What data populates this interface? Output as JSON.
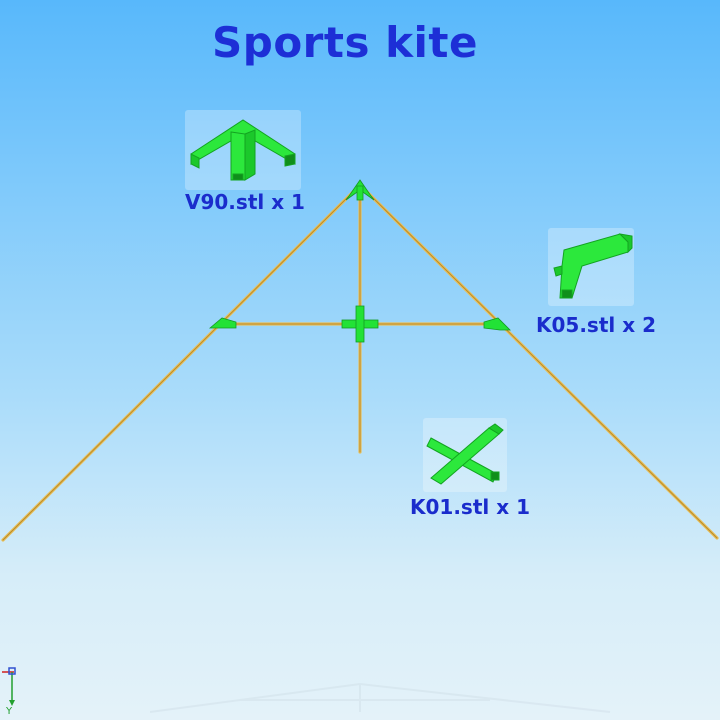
{
  "title": "Sports kite",
  "parts": [
    {
      "label": "V90.stl x 1",
      "icon": "v90-connector-icon"
    },
    {
      "label": "K05.stl x 2",
      "icon": "k05-connector-icon"
    },
    {
      "label": "K01.stl x 1",
      "icon": "k01-cross-connector-icon"
    }
  ],
  "axis_label": "Y",
  "colors": {
    "title": "#1d2fd6",
    "connector": "#22e236",
    "rod": "#e2b64a"
  }
}
